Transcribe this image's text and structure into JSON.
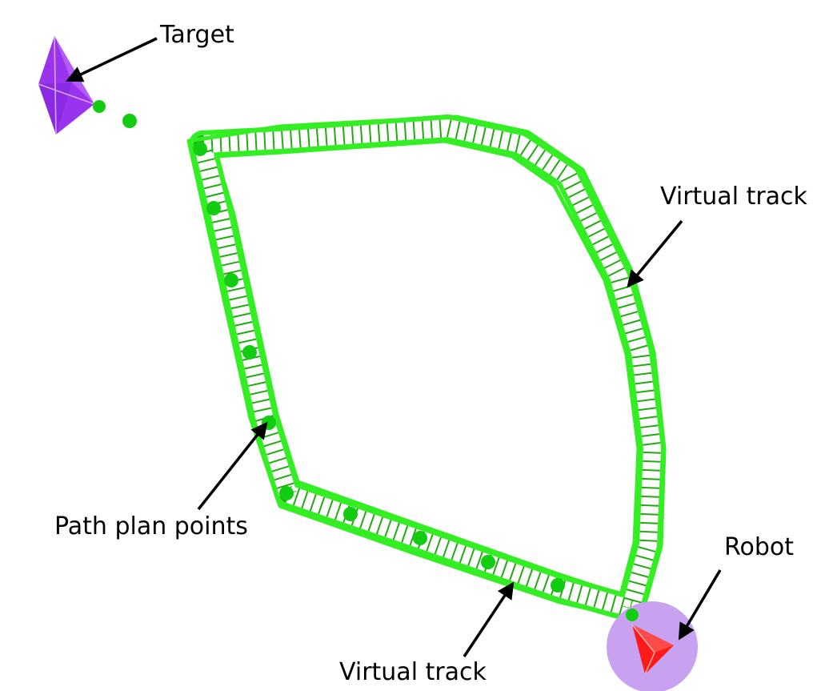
{
  "labels": {
    "target": "Target",
    "virtual_track_right": "Virtual track",
    "path_plan_points": "Path plan points",
    "robot": "Robot",
    "virtual_track_bottom": "Virtual track"
  },
  "colors": {
    "track": "#33ee22",
    "track_hatch": "#22aa11",
    "path_point": "#11cc11",
    "target": "#9a33ee",
    "target_light": "#c07aff",
    "robot": "#ff1a1a",
    "robot_halo": "#c8a2f0",
    "arrow": "#000000"
  },
  "icons": {
    "target": "purple-pyramid-icon",
    "robot": "red-pyramid-icon"
  }
}
